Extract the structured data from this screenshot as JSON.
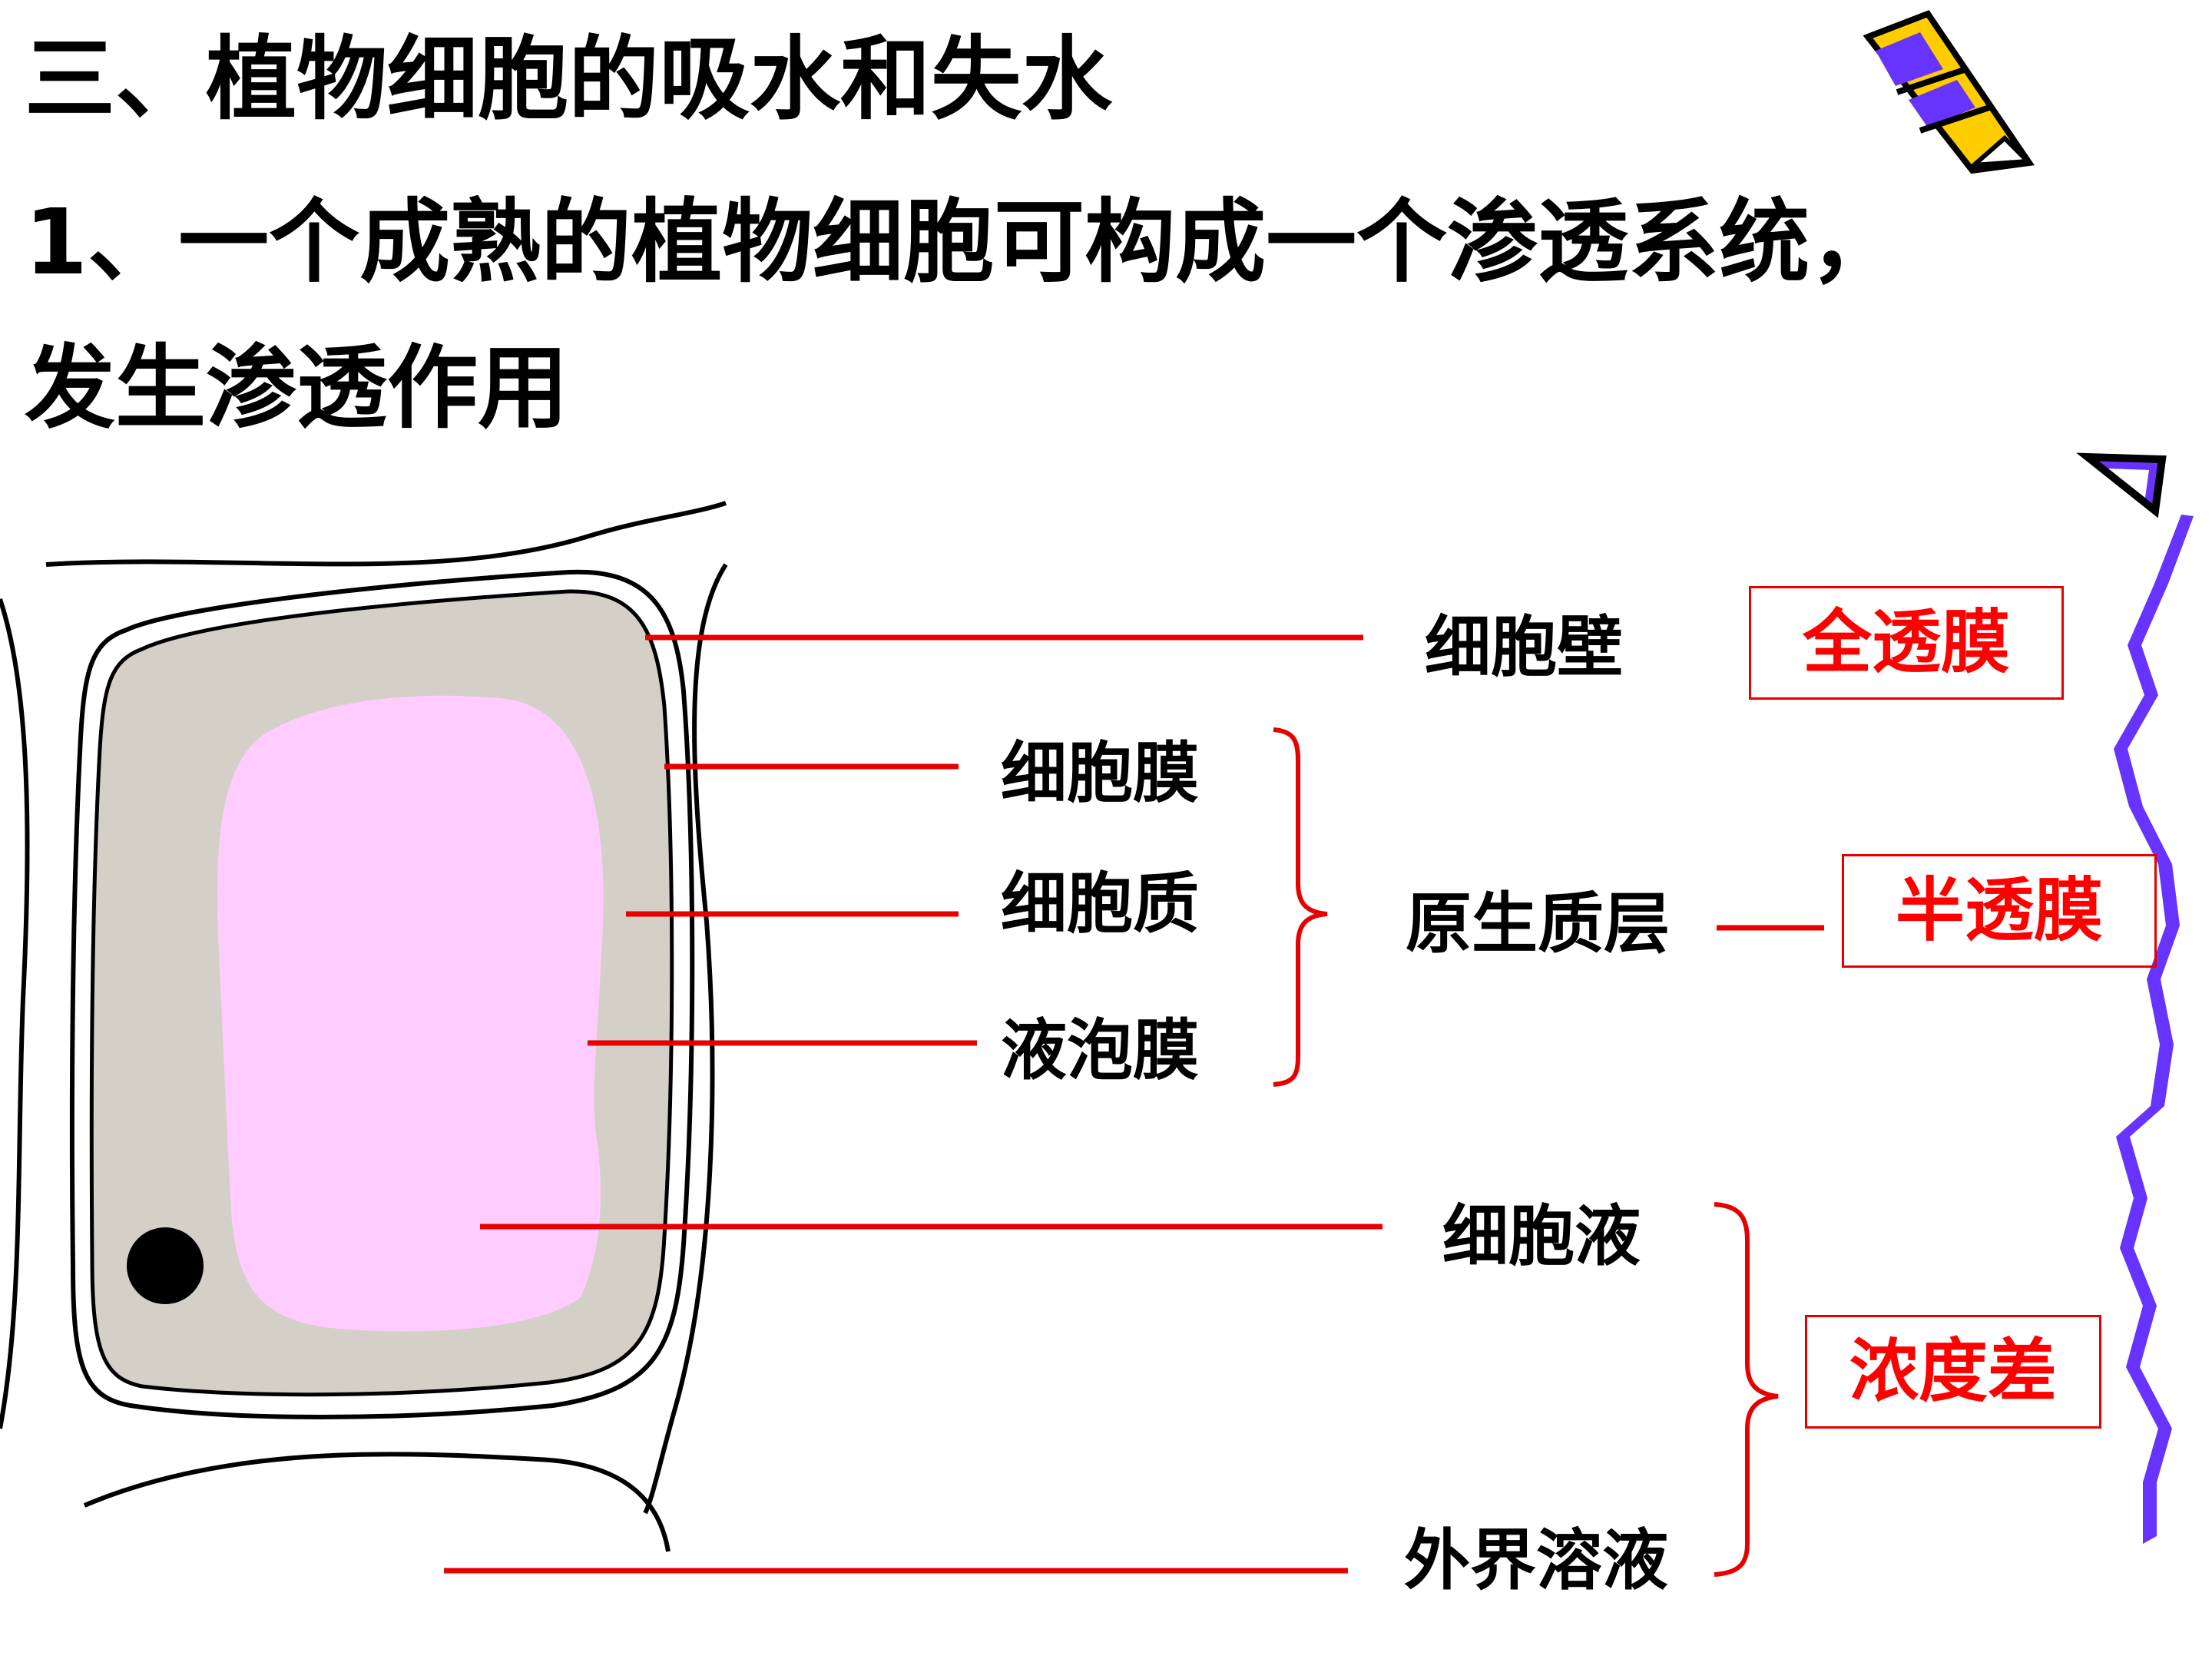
{
  "slide": {
    "title_line1": "三、植物细胞的吸水和失水",
    "title_line2": "1、一个成熟的植物细胞可构成一个渗透系统，",
    "title_line3": "发生渗透作用"
  },
  "diagram": {
    "labels": {
      "cell_wall": "细胞壁",
      "cell_membrane": "细胞膜",
      "cytoplasm": "细胞质",
      "tonoplast": "液泡膜",
      "protoplast_layer": "原生质层",
      "cell_sap": "细胞液",
      "external_solution": "外界溶液"
    },
    "boxes": {
      "fully_permeable": "全透膜",
      "semi_permeable": "半透膜",
      "concentration_gradient": "浓度差"
    },
    "colors": {
      "leader_line": "#e60000",
      "box_text": "#ff0000",
      "cytoplasm_fill": "#d4d0c8",
      "vacuole_fill": "#ffccff",
      "decor_purple": "#6633ff",
      "decor_yellow": "#ffcc00"
    },
    "icons": [
      "pencil-icon",
      "wavy-line-decoration"
    ]
  }
}
